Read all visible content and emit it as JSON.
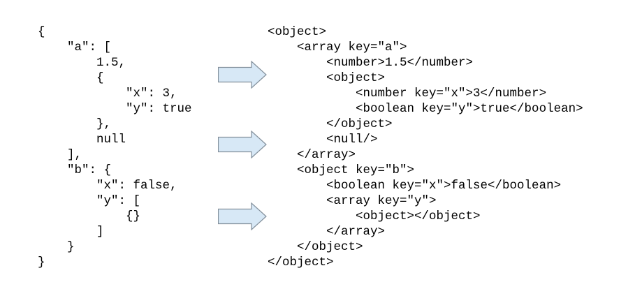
{
  "figure": {
    "left_code": {
      "language_hint": "json",
      "lines": [
        "{",
        "    \"a\": [",
        "        1.5,",
        "        {",
        "            \"x\": 3,",
        "            \"y\": true",
        "        },",
        "        null",
        "    ],",
        "    \"b\": {",
        "        \"x\": false,",
        "        \"y\": [",
        "            {}",
        "        ]",
        "    }",
        "}"
      ]
    },
    "right_code": {
      "language_hint": "xml",
      "lines": [
        "<object>",
        "    <array key=\"a\">",
        "        <number>1.5</number>",
        "        <object>",
        "            <number key=\"x\">3</number>",
        "            <boolean key=\"y\">true</boolean>",
        "        </object>",
        "        <null/>",
        "    </array>",
        "    <object key=\"b\">",
        "        <boolean key=\"x\">false</boolean>",
        "        <array key=\"y\">",
        "            <object></object>",
        "        </array>",
        "    </object>",
        "</object>"
      ]
    },
    "arrows": {
      "count": 3,
      "direction": "right",
      "fill": "#d7e8f6",
      "stroke": "#828f9b"
    },
    "colors": {
      "background": "#ffffff",
      "text": "#000000"
    }
  }
}
